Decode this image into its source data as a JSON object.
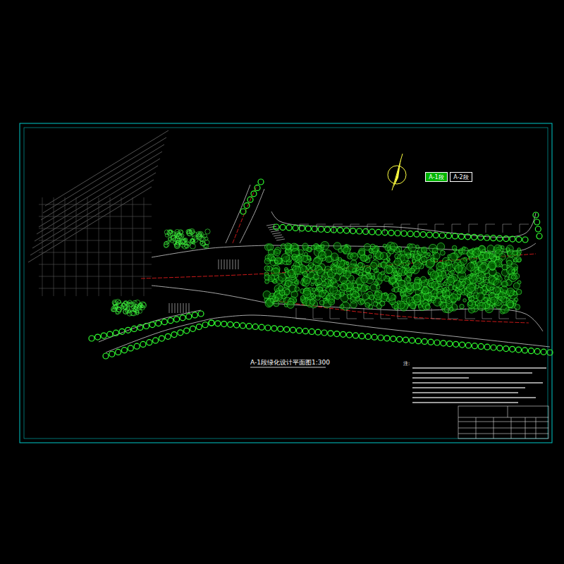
{
  "diagram": {
    "title": "A-1段绿化设计平面图1:300",
    "labels": [
      "注:"
    ],
    "legend": [
      {
        "text": "A-1段",
        "color": "#00b400"
      },
      {
        "text": "A-2段",
        "color": "#000000"
      }
    ]
  }
}
